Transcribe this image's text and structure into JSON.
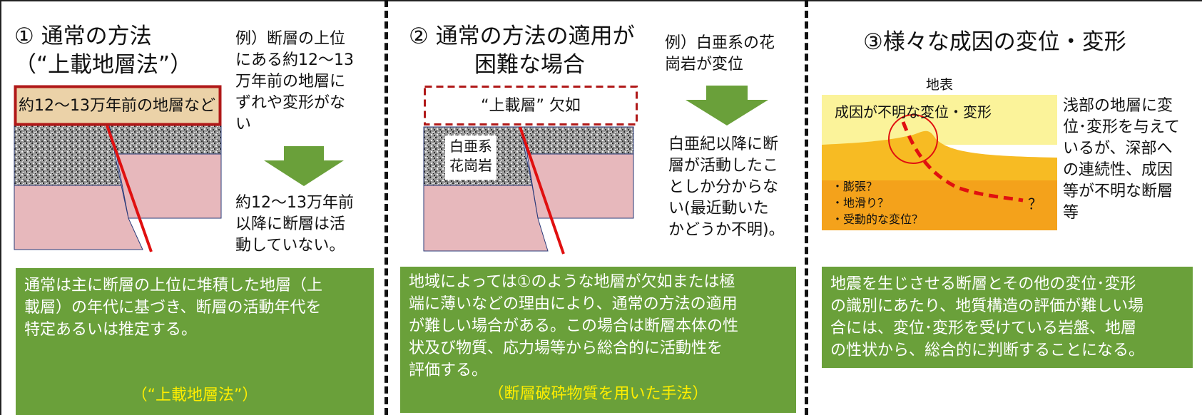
{
  "panel1": {
    "title_line1": "① 通常の方法",
    "title_line2": "（“上載地層法”）",
    "layer_label": "約12～13万年前の地層など",
    "example_lines": [
      "例）断層の上位",
      "にある約12～13",
      "万年前の地層に",
      "ずれや変形がな",
      "い"
    ],
    "result_lines": [
      "約12～13万年前",
      "以降に断層は活",
      "動していない。"
    ],
    "box_lines": [
      "通常は主に断層の上位に堆積した地層（上",
      "載層）の年代に基づき、断層の活動年代を",
      "特定あるいは推定する。"
    ],
    "box_highlight": "（“上載地層法”）"
  },
  "panel2": {
    "title_line1": "② 通常の方法の適用が",
    "title_line2": "困難な場合",
    "missing_label": "“上載層” 欠如",
    "rock_label_line1": "白亜系",
    "rock_label_line2": "花崗岩",
    "example_lines": [
      "例）白亜系の花",
      "崗岩が変位"
    ],
    "result_lines": [
      "白亜紀以降に断",
      "層が活動したこ",
      "としか分からな",
      "い(最近動いた",
      "かどうか不明)。"
    ],
    "box_lines": [
      "地域によっては①のような地層が欠如または極",
      "端に薄いなどの理由により、通常の方法の適用",
      "が難しい場合がある。この場合は断層本体の性",
      "状及び物質、応力場等から総合的に活動性を",
      "評価する。"
    ],
    "box_highlight": "（断層破砕物質を用いた手法）"
  },
  "panel3": {
    "title": "③様々な成因の変位・変形",
    "surface_label": "地表",
    "deform_label": "成因が不明な変位・変形",
    "causes": [
      "・膨張？",
      "・地滑り？",
      "・受動的な変位？"
    ],
    "question": "？",
    "note_lines": [
      "浅部の地層に変",
      "位･変形を与えて",
      "いるが、深部へ",
      "の連続性、成因",
      "等が不明な断層",
      "等"
    ],
    "box_lines": [
      "地震を生じさせる断層とその他の変位･変形",
      "の識別にあたり、地質構造の評価が難しい場",
      "合には、変位･変形を受けている岩盤、地層",
      "の性状から、総合的に判断することになる。"
    ]
  },
  "colors": {
    "green": "#6aa03a",
    "highlight": "#ffee00",
    "fault": "#e01010",
    "layer_box": "#b01818",
    "arrow": "#6aa03a",
    "surface_yellow": "#fbf39a",
    "orange_mid": "#f7bb23",
    "orange_deep": "#f4a21b"
  }
}
